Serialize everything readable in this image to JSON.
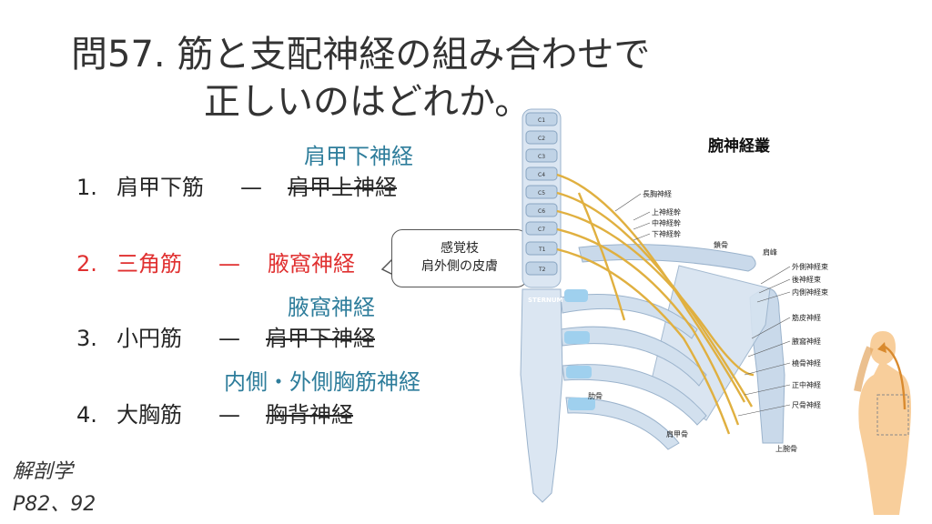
{
  "title": {
    "line1": "問57.  筋と支配神経の組み合わせで",
    "line2": "正しいのはどれか。"
  },
  "options": [
    {
      "num": "1.",
      "muscle": "肩甲下筋",
      "dash": "—",
      "nerve": "肩甲上神経",
      "correction": "肩甲下神経"
    },
    {
      "num": "2.",
      "muscle": "三角筋",
      "dash": "—",
      "nerve": "腋窩神経"
    },
    {
      "num": "3.",
      "muscle": "小円筋",
      "dash": "—",
      "nerve": "肩甲下神経",
      "correction": "腋窩神経"
    },
    {
      "num": "4.",
      "muscle": "大胸筋",
      "dash": "—",
      "nerve": "胸背神経",
      "correction": "内側・外側胸筋神経"
    }
  ],
  "callout": {
    "line1": "感覚枝",
    "line2": "肩外側の皮膚"
  },
  "reference": {
    "line1": "解剖学",
    "line2": "P82、92"
  },
  "diagram": {
    "title": "腕神経叢",
    "vertebrae": [
      "C1",
      "C2",
      "C3",
      "C4",
      "C5",
      "C6",
      "C7",
      "T1",
      "T2"
    ],
    "sternum": "STERNUM",
    "labels": {
      "long_thoracic": "長胸神経",
      "upper_trunk": "上神経幹",
      "middle_trunk": "中神経幹",
      "lower_trunk": "下神経幹",
      "clavicle": "鎖骨",
      "acromion": "肩峰",
      "lateral_cord": "外側神経束",
      "posterior_cord": "後神経束",
      "medial_cord": "内側神経束",
      "musculocutaneous": "筋皮神経",
      "axillary": "腋窩神経",
      "radial": "橈骨神経",
      "median": "正中神経",
      "ulnar": "尺骨神経",
      "rib": "肋骨",
      "scapula": "肩甲骨",
      "humerus": "上腕骨"
    }
  },
  "colors": {
    "red": "#e03030",
    "blue": "#2e7d9b",
    "nerve": "#e0b040",
    "bone": "#c9d9ea"
  }
}
